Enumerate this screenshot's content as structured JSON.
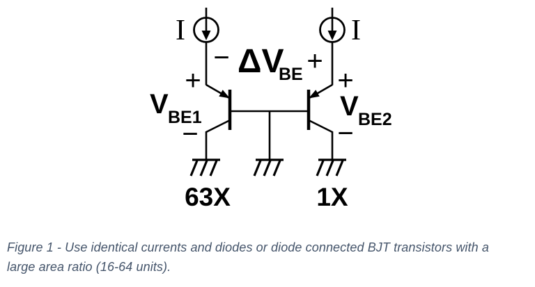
{
  "colors": {
    "ink": "#000000",
    "caption_text": "#44546a",
    "background": "#ffffff"
  },
  "circuit": {
    "left_current_source_label": "I",
    "right_current_source_label": "I",
    "delta_vbe": {
      "minus_sign": "−",
      "symbol": "ΔV",
      "subscript": "BE",
      "plus_sign": "+"
    },
    "vbe1": {
      "plus_sign": "+",
      "symbol": "V",
      "subscript": "BE1",
      "minus_sign": "−"
    },
    "vbe2": {
      "plus_sign": "+",
      "symbol": "V",
      "subscript": "BE2",
      "minus_sign": "−"
    },
    "left_area_label": "63X",
    "right_area_label": "1X"
  },
  "caption": {
    "line1": "Figure 1 - Use identical currents and diodes or diode connected BJT transistors with a",
    "line2": "large area ratio (16-64 units)."
  }
}
